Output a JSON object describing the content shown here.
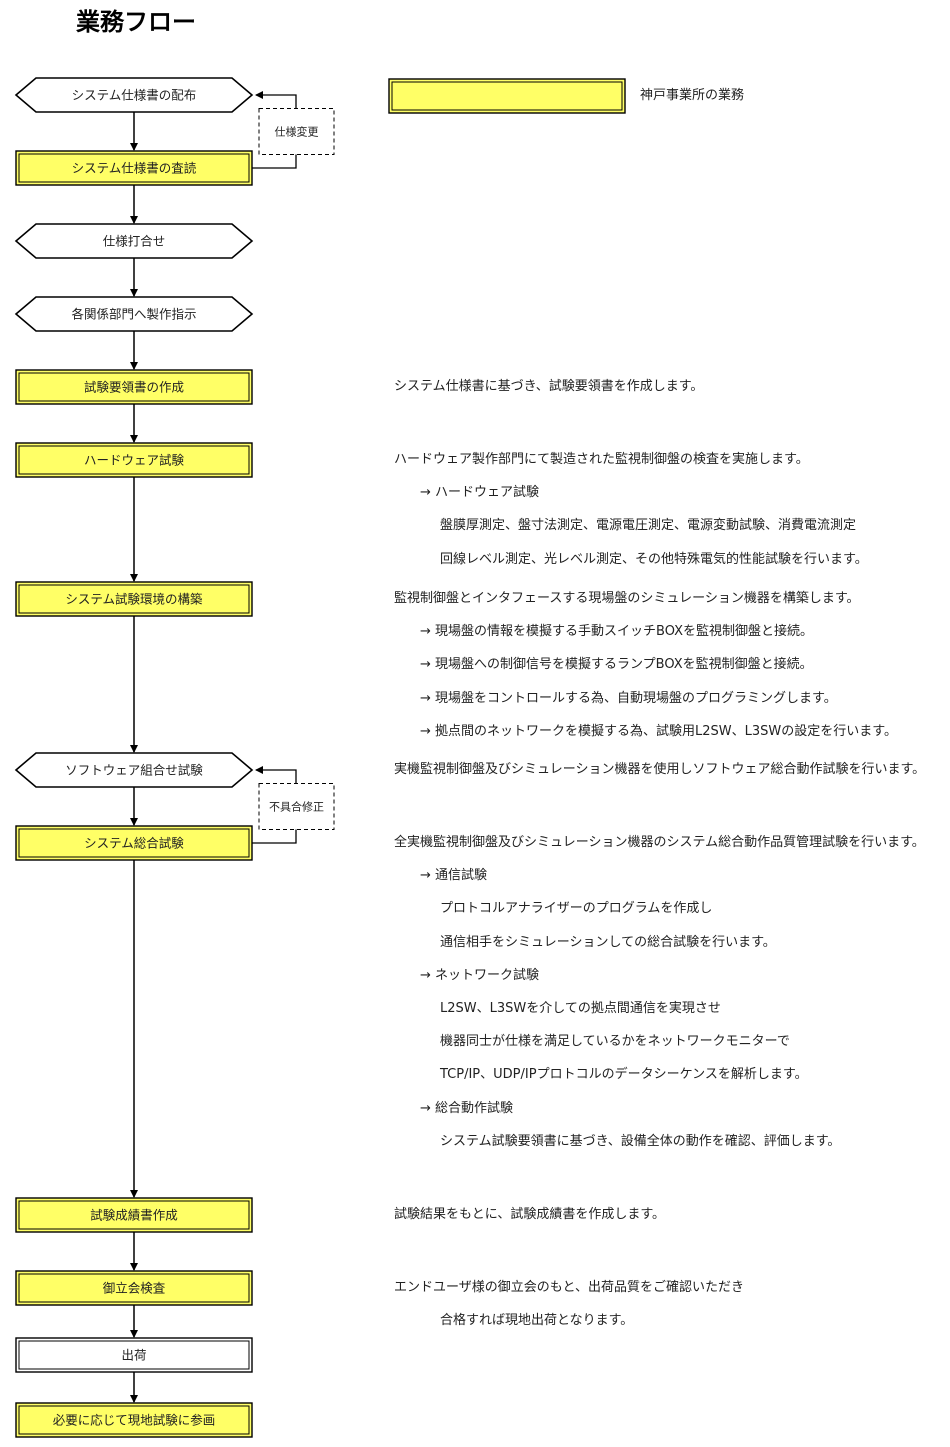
{
  "title": "業務フロー",
  "colors": {
    "kobe_fill": "#ffff66",
    "stroke": "#000000",
    "plain_fill": "#ffffff"
  },
  "legend": {
    "label": "神戸事業所の業務"
  },
  "nodes": [
    {
      "id": "n1",
      "shape": "hexagon",
      "label": "システム仕様書の配布"
    },
    {
      "id": "n2",
      "shape": "kobe",
      "label": "システム仕様書の査読"
    },
    {
      "id": "n3",
      "shape": "hexagon",
      "label": "仕様打合せ"
    },
    {
      "id": "n4",
      "shape": "hexagon",
      "label": "各関係部門へ製作指示"
    },
    {
      "id": "n5",
      "shape": "kobe",
      "label": "試験要領書の作成"
    },
    {
      "id": "n6",
      "shape": "kobe",
      "label": "ハードウェア試験"
    },
    {
      "id": "n7",
      "shape": "kobe",
      "label": "システム試験環境の構築"
    },
    {
      "id": "n8",
      "shape": "hexagon",
      "label": "ソフトウェア組合せ試験"
    },
    {
      "id": "n9",
      "shape": "kobe",
      "label": "システム総合試験"
    },
    {
      "id": "n10",
      "shape": "kobe",
      "label": "試験成績書作成"
    },
    {
      "id": "n11",
      "shape": "kobe",
      "label": "御立会検査"
    },
    {
      "id": "n12",
      "shape": "plain",
      "label": "出荷"
    },
    {
      "id": "n13",
      "shape": "kobe",
      "label": "必要に応じて現地試験に参画"
    }
  ],
  "loops": [
    {
      "id": "loop1",
      "from": "n2",
      "to": "n1",
      "label": "仕様変更"
    },
    {
      "id": "loop2",
      "from": "n9",
      "to": "n8",
      "label": "不具合修正"
    }
  ],
  "descriptions": {
    "n5": [
      "システム仕様書に基づき、試験要領書を作成します。"
    ],
    "n6": [
      "ハードウェア製作部門にて製造された監視制御盤の検査を実施します。",
      "→ ハードウェア試験",
      "盤膜厚測定、盤寸法測定、電源電圧測定、電源変動試験、消費電流測定",
      "回線レベル測定、光レベル測定、その他特殊電気的性能試験を行います。"
    ],
    "n7": [
      "監視制御盤とインタフェースする現場盤のシミュレーション機器を構築します。",
      "→ 現場盤の情報を模擬する手動スイッチBOXを監視制御盤と接続。",
      "→ 現場盤への制御信号を模擬するランプBOXを監視制御盤と接続。",
      "→ 現場盤をコントロールする為、自動現場盤のプログラミングします。",
      "→ 拠点間のネットワークを模擬する為、試験用L2SW、L3SWの設定を行います。"
    ],
    "n8": [
      "実機監視制御盤及びシミュレーション機器を使用しソフトウェア総合動作試験を行います。"
    ],
    "n9": [
      "全実機監視制御盤及びシミュレーション機器のシステム総合動作品質管理試験を行います。",
      "→ 通信試験",
      "プロトコルアナライザーのプログラムを作成し",
      "通信相手をシミュレーションしての総合試験を行います。",
      "→ ネットワーク試験",
      "L2SW、L3SWを介しての拠点間通信を実現させ",
      "機器同士が仕様を満足しているかをネットワークモニターで",
      "TCP/IP、UDP/IPプロトコルのデータシーケンスを解析します。",
      "→ 総合動作試験",
      "システム試験要領書に基づき、設備全体の動作を確認、評価します。"
    ],
    "n10": [
      "試験結果をもとに、試験成績書を作成します。"
    ],
    "n11": [
      "エンドユーザ様の御立会のもと、出荷品質をご確認いただき",
      "合格すれば現地出荷となります。"
    ]
  }
}
